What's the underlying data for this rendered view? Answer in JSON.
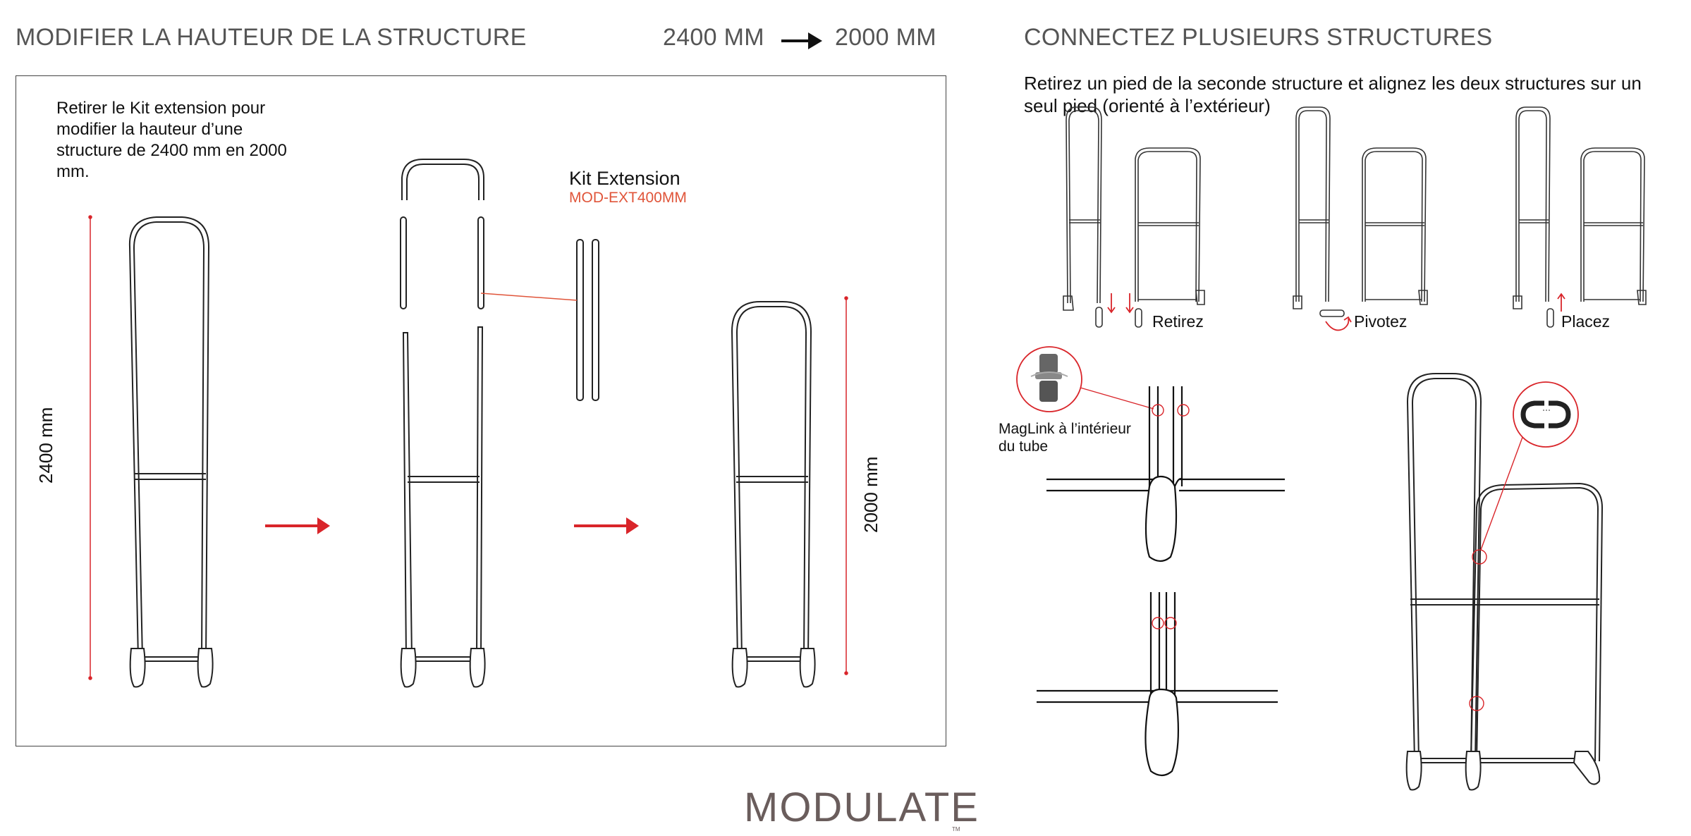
{
  "left": {
    "title": "MODIFIER LA HAUTEUR DE LA STRUCTURE",
    "from_height": "2400 MM",
    "to_height": "2000 MM",
    "instruction": "Retirer le Kit extension pour modifier la hauteur d’une structure de 2400 mm en 2000 mm.",
    "kit_label": "Kit Extension",
    "kit_code": "MOD-EXT400MM",
    "dim_tall": "2400 mm",
    "dim_short": "2000 mm"
  },
  "right": {
    "title": "CONNECTEZ PLUSIEURS STRUCTURES",
    "instruction": "Retirez un pied de la seconde structure et alignez les deux structures sur un seul pied (orienté à l’extérieur)",
    "step1": "Retirez",
    "step2": "Pivotez",
    "step3": "Placez",
    "maglink": "MagLink à l’intérieur du tube"
  },
  "logo": {
    "text": "MODULATE",
    "tm": "TM"
  },
  "colors": {
    "accent_red": "#e0553a",
    "arrow_red": "#d9252a",
    "title_gray": "#555555"
  },
  "icons": [
    "arrow-right-icon",
    "rotate-arrow-icon",
    "up-arrow-icon",
    "down-arrow-icon",
    "magnet-icon"
  ]
}
